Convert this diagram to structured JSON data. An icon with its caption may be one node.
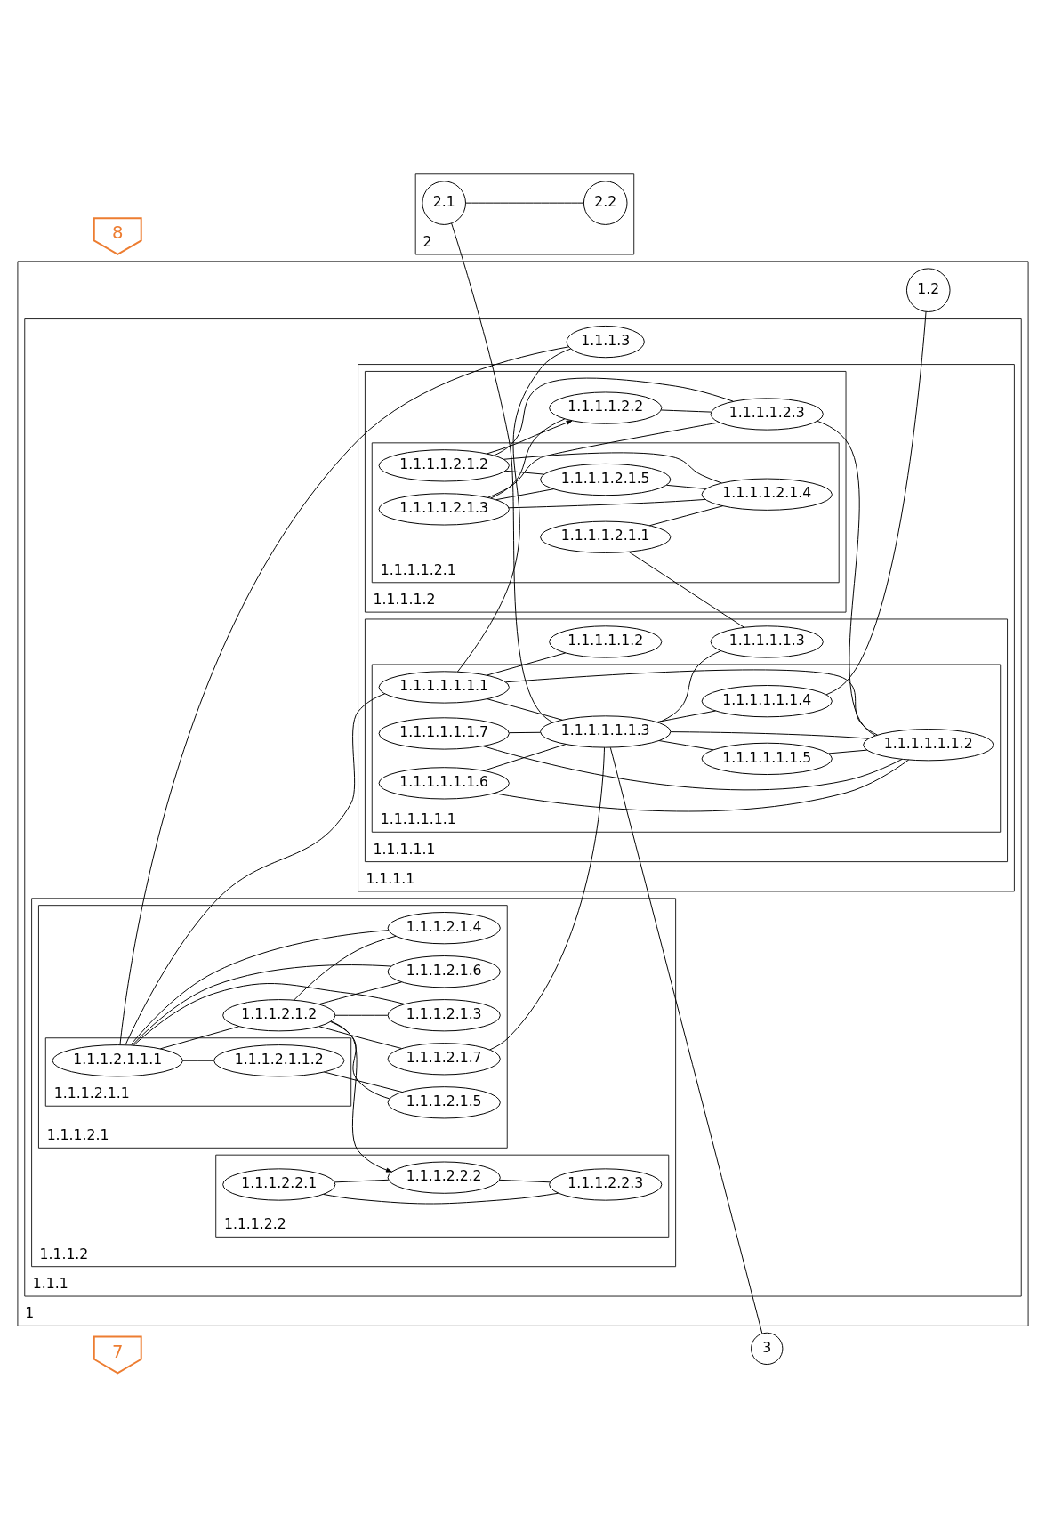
{
  "diagram": {
    "nodes": [
      {
        "text": [
          "7"
        ]
      },
      {
        "text": [
          "2"
        ]
      },
      {
        "text": [
          "2.1"
        ],
        "in": 1
      },
      {
        "text": [
          "2.2"
        ],
        "in": 1
      },
      {
        "text": [
          "1"
        ]
      },
      {
        "text": [
          "1.1.1"
        ],
        "in": 4
      },
      {
        "text": [
          "1.1.1.2"
        ],
        "in": 5
      },
      {
        "text": [
          "1.1.1.2.1"
        ],
        "in": 6
      },
      {
        "text": [
          "1.1.1.2.1.1"
        ],
        "in": 7
      },
      {
        "text": [
          "1.1.1.2.1.1.1"
        ],
        "in": 8
      },
      {
        "text": [
          "1.1.1.2.1.1.2"
        ],
        "in": 8
      },
      {
        "text": [
          "1.1.1.2.1.2"
        ],
        "in": 7
      },
      {
        "text": [
          "1.1.1.2.1.3"
        ],
        "in": 7
      },
      {
        "text": [
          "1.1.1.2.1.7"
        ],
        "in": 7
      },
      {
        "text": [
          "1.1.1.2.1.6"
        ],
        "in": 7
      },
      {
        "text": [
          "1.1.1.2.1.4"
        ],
        "in": 7
      },
      {
        "text": [
          "1.1.1.2.1.5"
        ],
        "in": 7
      },
      {
        "text": [
          "1.1.1.2.2"
        ],
        "in": 6
      },
      {
        "text": [
          "1.1.1.2.2.1"
        ],
        "in": 17
      },
      {
        "text": [
          "1.1.1.2.2.2"
        ],
        "in": 17
      },
      {
        "text": [
          "1.1.1.2.2.3"
        ],
        "in": 17
      },
      {
        "text": [
          "1.1.1.1"
        ],
        "in": 5
      },
      {
        "text": [
          "1.1.1.1.2"
        ],
        "in": 21
      },
      {
        "text": [
          "1.1.1.1.2.1"
        ],
        "in": 22
      },
      {
        "text": [
          "1.1.1.1.2.1.2"
        ],
        "in": 23
      },
      {
        "text": [
          "1.1.1.1.2.1.1"
        ],
        "in": 23
      },
      {
        "text": [
          "1.1.1.1.2.1.3"
        ],
        "in": 23
      },
      {
        "text": [
          "1.1.1.1.2.1.5"
        ],
        "in": 23
      },
      {
        "text": [
          "1.1.1.1.2.1.4"
        ],
        "in": 23
      },
      {
        "text": [
          "1.1.1.1.2.2"
        ],
        "in": 22
      },
      {
        "text": [
          "1.1.1.1.2.3"
        ],
        "in": 22
      },
      {
        "text": [
          "1.1.1.1.1"
        ],
        "in": 21
      },
      {
        "text": [
          "1.1.1.1.1.1"
        ],
        "in": 31
      },
      {
        "text": [
          "1.1.1.1.1.1.1"
        ],
        "in": 32
      },
      {
        "text": [
          "1.1.1.1.1.1.7"
        ],
        "in": 32
      },
      {
        "text": [
          "1.1.1.1.1.1.3"
        ],
        "in": 32
      },
      {
        "text": [
          "1.1.1.1.1.1.2"
        ],
        "in": 32
      },
      {
        "text": [
          "1.1.1.1.1.1.6"
        ],
        "in": 32
      },
      {
        "text": [
          "1.1.1.1.1.1.4"
        ],
        "in": 32
      },
      {
        "text": [
          "1.1.1.1.1.1.5"
        ],
        "in": 32
      },
      {
        "text": [
          "1.1.1.1.1.2"
        ],
        "in": 31
      },
      {
        "text": [
          "1.1.1.1.1.3"
        ],
        "in": 31
      },
      {
        "text": [
          "1.1.1.3"
        ],
        "in": 5
      },
      {
        "text": [
          "1.2"
        ],
        "in": 4
      },
      {
        "text": [
          "3"
        ]
      },
      {
        "text": [
          "8"
        ]
      }
    ],
    "edges": [
      {
        "from": 2,
        "to": 3,
        "arrow": "none"
      },
      {
        "from": 2,
        "to": 35,
        "arrow": "none"
      },
      {
        "from": 9,
        "to": 33,
        "arrow": "none"
      },
      {
        "from": 13,
        "to": 35,
        "arrow": "none"
      },
      {
        "from": 9,
        "to": 42,
        "arrow": "none"
      },
      {
        "from": 33,
        "to": 42,
        "arrow": "none"
      },
      {
        "from": 33,
        "to": 40,
        "arrow": "none"
      },
      {
        "from": 25,
        "to": 41,
        "arrow": "none"
      },
      {
        "from": 35,
        "to": 41,
        "arrow": "none"
      },
      {
        "from": 30,
        "to": 36,
        "arrow": "none"
      },
      {
        "from": 38,
        "to": 43,
        "arrow": "none"
      },
      {
        "from": 35,
        "to": 44,
        "arrow": "none"
      },
      {
        "from": 34,
        "to": 35,
        "arrow": "none"
      },
      {
        "from": 34,
        "to": 36,
        "arrow": "none"
      },
      {
        "from": 33,
        "to": 35,
        "arrow": "none"
      },
      {
        "from": 33,
        "to": 36,
        "arrow": "none"
      },
      {
        "from": 35,
        "to": 36,
        "arrow": "none"
      },
      {
        "from": 37,
        "to": 35,
        "arrow": "none"
      },
      {
        "from": 37,
        "to": 36,
        "arrow": "none"
      },
      {
        "from": 35,
        "to": 39,
        "arrow": "none"
      },
      {
        "from": 39,
        "to": 36,
        "arrow": "none"
      },
      {
        "from": 35,
        "to": 38,
        "arrow": "none"
      },
      {
        "from": 24,
        "to": 29,
        "arrow": "to"
      },
      {
        "from": 24,
        "to": 30,
        "arrow": "none"
      },
      {
        "from": 24,
        "to": 27,
        "arrow": "none"
      },
      {
        "from": 24,
        "to": 28,
        "arrow": "none"
      },
      {
        "from": 25,
        "to": 28,
        "arrow": "none"
      },
      {
        "from": 26,
        "to": 27,
        "arrow": "none"
      },
      {
        "from": 26,
        "to": 28,
        "arrow": "none"
      },
      {
        "from": 27,
        "to": 28,
        "arrow": "none"
      },
      {
        "from": 26,
        "to": 30,
        "arrow": "none"
      },
      {
        "from": 26,
        "to": 29,
        "arrow": "none"
      },
      {
        "from": 29,
        "to": 30,
        "arrow": "none"
      },
      {
        "from": 9,
        "to": 10,
        "arrow": "none"
      },
      {
        "from": 9,
        "to": 11,
        "arrow": "none"
      },
      {
        "from": 9,
        "to": 12,
        "arrow": "none"
      },
      {
        "from": 9,
        "to": 15,
        "arrow": "none"
      },
      {
        "from": 9,
        "to": 14,
        "arrow": "none"
      },
      {
        "from": 11,
        "to": 13,
        "arrow": "none"
      },
      {
        "from": 11,
        "to": 12,
        "arrow": "none"
      },
      {
        "from": 11,
        "to": 15,
        "arrow": "none"
      },
      {
        "from": 11,
        "to": 14,
        "arrow": "none"
      },
      {
        "from": 11,
        "to": 16,
        "arrow": "none"
      },
      {
        "from": 10,
        "to": 16,
        "arrow": "none"
      },
      {
        "from": 11,
        "to": 19,
        "arrow": "to"
      },
      {
        "from": 18,
        "to": 19,
        "arrow": "none"
      },
      {
        "from": 18,
        "to": 20,
        "arrow": "none"
      },
      {
        "from": 19,
        "to": 20,
        "arrow": "none"
      }
    ]
  }
}
